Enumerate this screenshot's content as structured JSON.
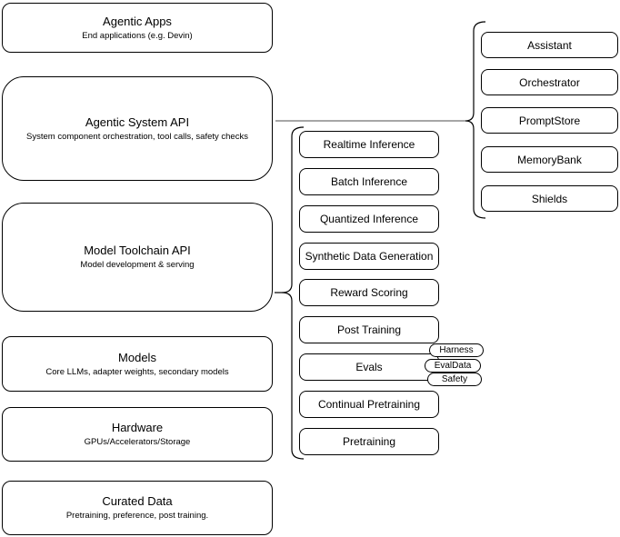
{
  "diagram": {
    "left_stack": [
      {
        "title": "Agentic Apps",
        "subtitle": "End applications (e.g. Devin)"
      },
      {
        "title": "Agentic System API",
        "subtitle": "System component orchestration, tool calls, safety checks"
      },
      {
        "title": "Model Toolchain API",
        "subtitle": "Model development & serving"
      },
      {
        "title": "Models",
        "subtitle": "Core LLMs, adapter weights, secondary models"
      },
      {
        "title": "Hardware",
        "subtitle": "GPUs/Accelerators/Storage"
      },
      {
        "title": "Curated Data",
        "subtitle": "Pretraining, preference, post training."
      }
    ],
    "toolchain_services": [
      {
        "label": "Realtime Inference"
      },
      {
        "label": "Batch Inference"
      },
      {
        "label": "Quantized Inference"
      },
      {
        "label": "Synthetic Data Generation"
      },
      {
        "label": "Reward Scoring"
      },
      {
        "label": "Post Training"
      },
      {
        "label": "Evals"
      },
      {
        "label": "Continual Pretraining"
      },
      {
        "label": "Pretraining"
      }
    ],
    "eval_tags": [
      {
        "label": "Harness"
      },
      {
        "label": "EvalData"
      },
      {
        "label": "Safety"
      }
    ],
    "system_components": [
      {
        "label": "Assistant"
      },
      {
        "label": "Orchestrator"
      },
      {
        "label": "PromptStore"
      },
      {
        "label": "MemoryBank"
      },
      {
        "label": "Shields"
      }
    ],
    "colors": {
      "stroke": "#000000",
      "connector": "#707070",
      "background": "#ffffff",
      "text": "#000000"
    }
  }
}
